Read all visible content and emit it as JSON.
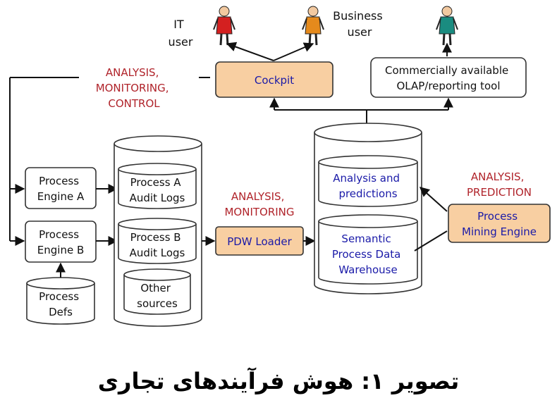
{
  "colors": {
    "orange_box": "#f8cfa2",
    "white_box": "#ffffff",
    "blue_text": "#1a1aa8",
    "red_text": "#b0232a",
    "person_red": "#d42020",
    "person_orange": "#e58a1c",
    "person_teal": "#1a8c80"
  },
  "users": {
    "it_user_lines": [
      "IT",
      "user"
    ],
    "business_user_lines": [
      "Business",
      "user"
    ]
  },
  "labels": {
    "amc_lines": [
      "ANALYSIS,",
      "MONITORING,",
      "CONTROL"
    ],
    "am_lines": [
      "ANALYSIS,",
      "MONITORING"
    ],
    "ap_lines": [
      "ANALYSIS,",
      "PREDICTION"
    ]
  },
  "boxes": {
    "cockpit": "Cockpit",
    "olap_lines": [
      "Commercially available",
      "OLAP/reporting tool"
    ],
    "engine_a_lines": [
      "Process",
      "Engine A"
    ],
    "engine_b_lines": [
      "Process",
      "Engine B"
    ],
    "pdw_loader": "PDW Loader",
    "mining_lines": [
      "Process",
      "Mining Engine"
    ]
  },
  "stores": {
    "audit_a_lines": [
      "Process A",
      "Audit Logs"
    ],
    "audit_b_lines": [
      "Process B",
      "Audit Logs"
    ],
    "other_lines": [
      "Other",
      "sources"
    ],
    "defs_lines": [
      "Process",
      "Defs"
    ],
    "analysis_lines": [
      "Analysis and",
      "predictions"
    ],
    "warehouse_lines": [
      "Semantic",
      "Process Data",
      "Warehouse"
    ]
  },
  "caption": "تصویر ۱: هوش فرآیندهای تجاری"
}
